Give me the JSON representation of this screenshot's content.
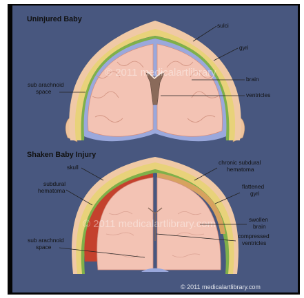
{
  "panel_top": {
    "title": "Uninjured Baby",
    "labels": {
      "sulci": "sulci",
      "gyri": "gyri",
      "sub_arachnoid": [
        "sub arachnoid",
        "space"
      ],
      "brain": "brain",
      "ventricles": "ventricles"
    },
    "watermark": "© 2011 medicalartlibrary"
  },
  "panel_bottom": {
    "title": "Shaken Baby Injury",
    "labels": {
      "skull": "skull",
      "subdural_hematoma": [
        "subdural",
        "hematoma"
      ],
      "chronic_subdural_hematoma": [
        "chronic subdural",
        "hematoma"
      ],
      "flattened_gyri": [
        "flattened",
        "gyri"
      ],
      "swollen_brain": [
        "swollen",
        "brain"
      ],
      "compressed_ventricles": [
        "compressed",
        "ventricles"
      ],
      "sub_arachnoid": [
        "sub arachnoid",
        "space"
      ]
    },
    "watermark": "© 2011 medicalartlibrary.com"
  },
  "copyright": "© 2011 medicalartlibrary.com",
  "colors": {
    "background": "#48577f",
    "frame": "#050505",
    "skin": "#f0c9a6",
    "skull": "#e8d27a",
    "dura": "#7fb04a",
    "csf": "#9aa8dc",
    "brain": "#f3c3b4",
    "hematoma": "#c4412d",
    "ventricle": "#8a6a5a"
  }
}
